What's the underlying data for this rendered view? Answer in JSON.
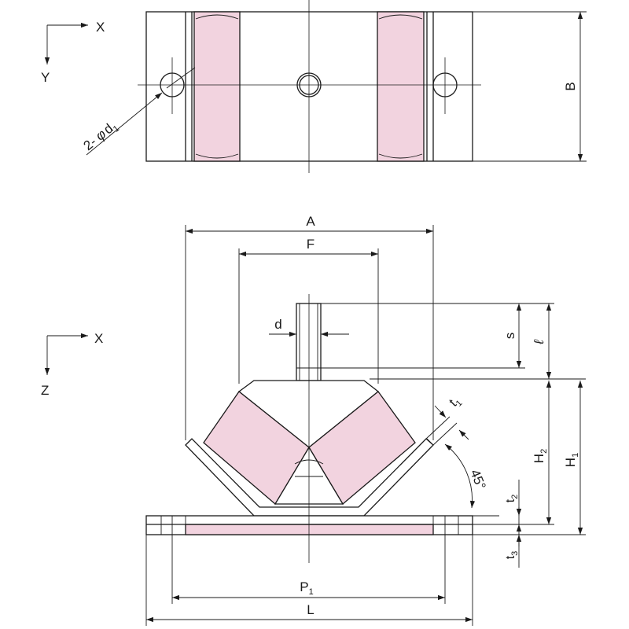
{
  "axes": {
    "top": {
      "x": "X",
      "y": "Y"
    },
    "front": {
      "x": "X",
      "z": "Z"
    }
  },
  "dims": {
    "hole": {
      "main": "2- ",
      "phi": "φ",
      "d": "d",
      "sub": "1"
    },
    "B": "B",
    "A": "A",
    "F": "F",
    "d": "d",
    "s": "s",
    "l": "ℓ",
    "t1": {
      "main": "t",
      "sub": "1"
    },
    "angle": "45°",
    "H2": {
      "main": "H",
      "sub": "2"
    },
    "H1": {
      "main": "H",
      "sub": "1"
    },
    "t2": {
      "main": "t",
      "sub": "2"
    },
    "t3": {
      "main": "t",
      "sub": "3"
    },
    "P1": {
      "main": "P",
      "sub": "1"
    },
    "L": "L"
  },
  "colors": {
    "rubber": "#f2d3df",
    "line": "#1a1a1a"
  }
}
